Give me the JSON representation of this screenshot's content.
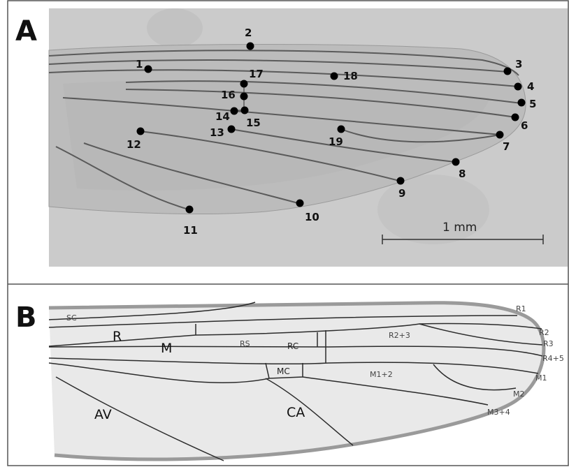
{
  "panels": {
    "a": {
      "letter": "A"
    },
    "b": {
      "letter": "B"
    }
  },
  "landmarks": [
    {
      "num": "1"
    },
    {
      "num": "2"
    },
    {
      "num": "3"
    },
    {
      "num": "4"
    },
    {
      "num": "5"
    },
    {
      "num": "6"
    },
    {
      "num": "7"
    },
    {
      "num": "8"
    },
    {
      "num": "9"
    },
    {
      "num": "10"
    },
    {
      "num": "11"
    },
    {
      "num": "12"
    },
    {
      "num": "13"
    },
    {
      "num": "14"
    },
    {
      "num": "15"
    },
    {
      "num": "16"
    },
    {
      "num": "17"
    },
    {
      "num": "18"
    },
    {
      "num": "19"
    }
  ],
  "scale_bar": {
    "label": "1 mm"
  },
  "schematic": {
    "veins": {
      "sc": "SC",
      "r1": "R1",
      "r2": "R2",
      "r3": "R3",
      "r45": "R4+5",
      "m1": "M1",
      "m2": "M2",
      "m34": "M3+4",
      "r23": "R2+3",
      "m12": "M1+2",
      "rs": "RS"
    },
    "cells": {
      "r": "R",
      "m": "M",
      "rc": "RC",
      "mc": "MC",
      "av": "AV",
      "ca": "CA"
    }
  },
  "colors": {
    "photo_background": "#c9c9c9",
    "wing_fill": "#e9e9e9",
    "schematic_outline": "#9a9a9a",
    "vein_line": "#2b2b2b",
    "landmark_dot": "#000000"
  }
}
